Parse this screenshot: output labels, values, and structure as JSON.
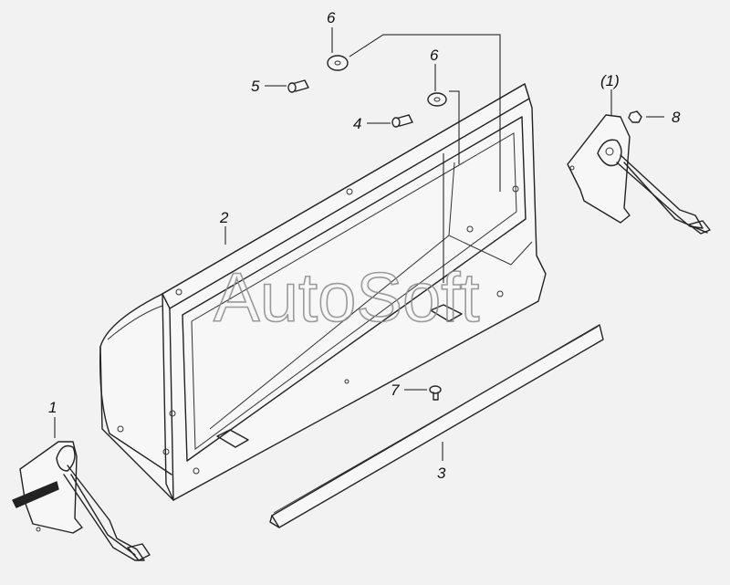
{
  "watermark": "AutoSoft",
  "callouts": {
    "c1": "1",
    "c1p": "(1)",
    "c2": "2",
    "c3": "3",
    "c4": "4",
    "c5": "5",
    "c6a": "6",
    "c6b": "6",
    "c7": "7",
    "c8": "8"
  },
  "colors": {
    "background": "#f2f2f2",
    "line": "#222222",
    "watermark": "#8a8a8a"
  }
}
